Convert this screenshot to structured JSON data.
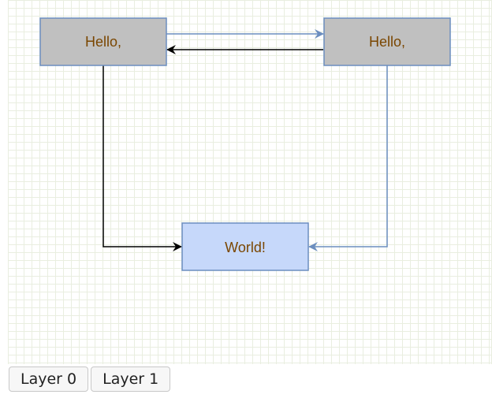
{
  "diagram": {
    "nodes": [
      {
        "id": "hello-left",
        "label": "Hello,"
      },
      {
        "id": "hello-right",
        "label": "Hello,"
      },
      {
        "id": "world",
        "label": "World!"
      }
    ],
    "edges": [
      {
        "from": "hello-left",
        "to": "hello-right",
        "color": "#6c8ebf"
      },
      {
        "from": "hello-right",
        "to": "hello-left",
        "color": "#000000"
      },
      {
        "from": "hello-left",
        "to": "world",
        "color": "#000000"
      },
      {
        "from": "hello-right",
        "to": "world",
        "color": "#6c8ebf"
      }
    ]
  },
  "layers": [
    {
      "label": "Layer 0"
    },
    {
      "label": "Layer 1"
    }
  ],
  "colors": {
    "grey_fill": "#c0c0c0",
    "blue_fill": "#c6d8fa",
    "node_stroke": "#6c8ebf",
    "label_text": "#7a4600"
  }
}
